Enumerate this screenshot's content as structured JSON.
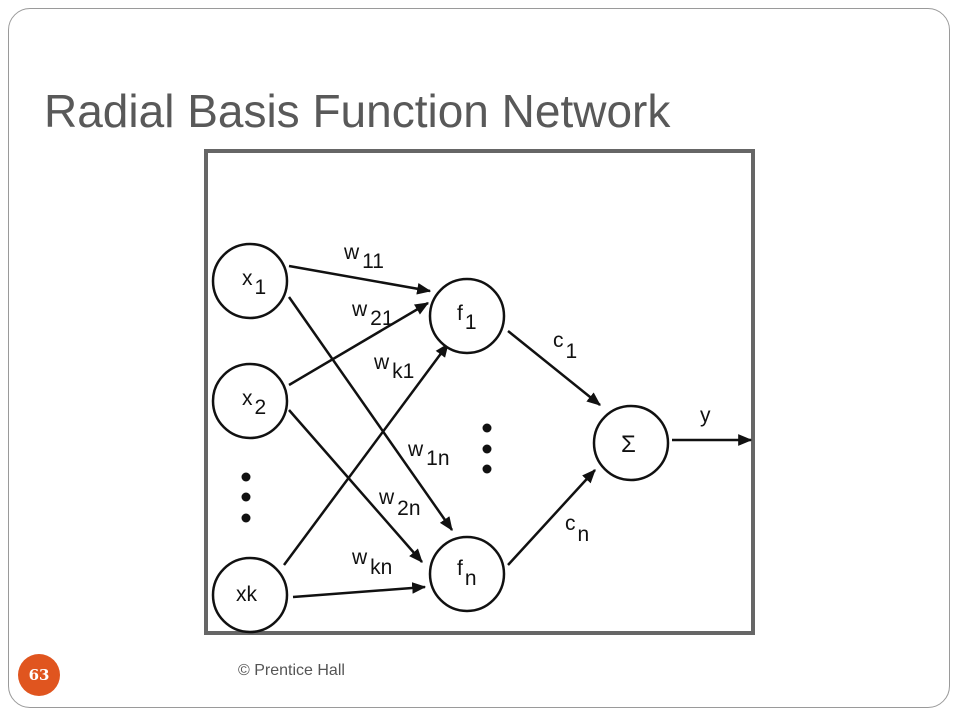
{
  "slide": {
    "title": "Radial Basis Function Network",
    "page_number": "63",
    "footer": "© Prentice Hall"
  },
  "diagram": {
    "inputs": [
      {
        "main": "x",
        "sub": "1"
      },
      {
        "main": "x",
        "sub": "2"
      },
      {
        "main": "xk",
        "sub": ""
      }
    ],
    "hidden": [
      {
        "main": "f",
        "sub": "1"
      },
      {
        "main": "f",
        "sub": "n"
      }
    ],
    "sum_node": "Σ",
    "weights": [
      {
        "main": "w",
        "sub": "11"
      },
      {
        "main": "w",
        "sub": "21"
      },
      {
        "main": "w",
        "sub": "k1"
      },
      {
        "main": "w",
        "sub": "1n"
      },
      {
        "main": "w",
        "sub": "2n"
      },
      {
        "main": "w",
        "sub": "kn"
      }
    ],
    "output_weights": [
      {
        "main": "c",
        "sub": "1"
      },
      {
        "main": "c",
        "sub": "n"
      }
    ],
    "output": "y"
  },
  "colors": {
    "accent": "#e0551f",
    "title": "#595959",
    "figure_border": "#666666",
    "stroke": "#111111"
  }
}
